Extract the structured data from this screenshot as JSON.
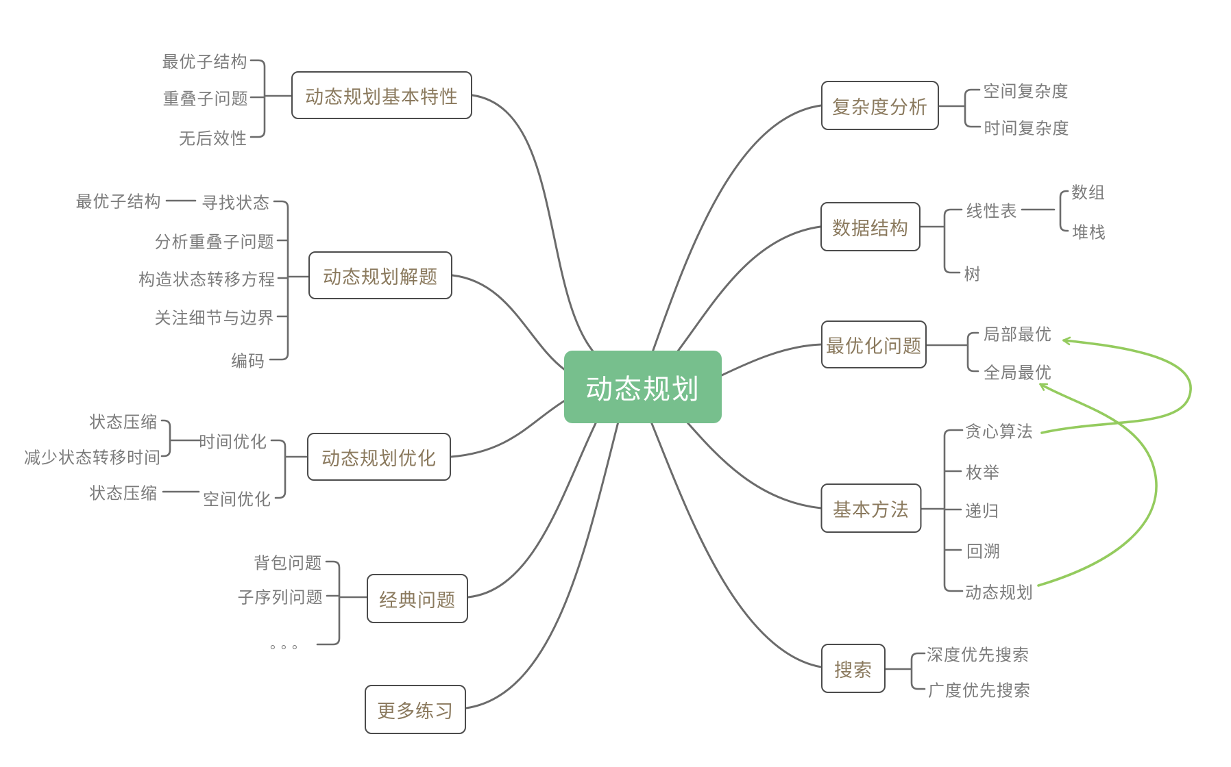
{
  "root": {
    "label": "动态规划"
  },
  "colors": {
    "root_bg": "#77BF8D",
    "root_text": "#FFFFFF",
    "branch_box_text": "#8A795D",
    "branch_box_border": "#4B4B4B",
    "leaf_text": "#7B7B7B",
    "connector": "#6B6B6B",
    "relation_arrow": "#94CB5E"
  },
  "left_branches": [
    {
      "label": "动态规划基本特性",
      "children": [
        {
          "label": "最优子结构"
        },
        {
          "label": "重叠子问题"
        },
        {
          "label": "无后效性"
        }
      ]
    },
    {
      "label": "动态规划解题",
      "children": [
        {
          "label": "寻找状态",
          "children": [
            {
              "label": "最优子结构"
            }
          ]
        },
        {
          "label": "分析重叠子问题"
        },
        {
          "label": "构造状态转移方程"
        },
        {
          "label": "关注细节与边界"
        },
        {
          "label": "编码"
        }
      ]
    },
    {
      "label": "动态规划优化",
      "children": [
        {
          "label": "时间优化",
          "children": [
            {
              "label": "状态压缩"
            },
            {
              "label": "减少状态转移时间"
            }
          ]
        },
        {
          "label": "空间优化",
          "children": [
            {
              "label": "状态压缩"
            }
          ]
        }
      ]
    },
    {
      "label": "经典问题",
      "children": [
        {
          "label": "背包问题"
        },
        {
          "label": "子序列问题"
        },
        {
          "label": "。。。"
        }
      ]
    },
    {
      "label": "更多练习",
      "children": []
    }
  ],
  "right_branches": [
    {
      "label": "复杂度分析",
      "children": [
        {
          "label": "空间复杂度"
        },
        {
          "label": "时间复杂度"
        }
      ]
    },
    {
      "label": "数据结构",
      "children": [
        {
          "label": "线性表",
          "children": [
            {
              "label": "数组"
            },
            {
              "label": "堆栈"
            }
          ]
        },
        {
          "label": "树"
        }
      ]
    },
    {
      "label": "最优化问题",
      "children": [
        {
          "label": "局部最优"
        },
        {
          "label": "全局最优"
        }
      ]
    },
    {
      "label": "基本方法",
      "children": [
        {
          "label": "贪心算法"
        },
        {
          "label": "枚举"
        },
        {
          "label": "递归"
        },
        {
          "label": "回溯"
        },
        {
          "label": "动态规划"
        }
      ]
    },
    {
      "label": "搜索",
      "children": [
        {
          "label": "深度优先搜索"
        },
        {
          "label": "广度优先搜索"
        }
      ]
    }
  ],
  "relations": [
    {
      "from": "贪心算法",
      "to": "局部最优",
      "style": "green-curved-arrow"
    },
    {
      "from": "动态规划",
      "to": "全局最优",
      "style": "green-curved-arrow"
    }
  ]
}
